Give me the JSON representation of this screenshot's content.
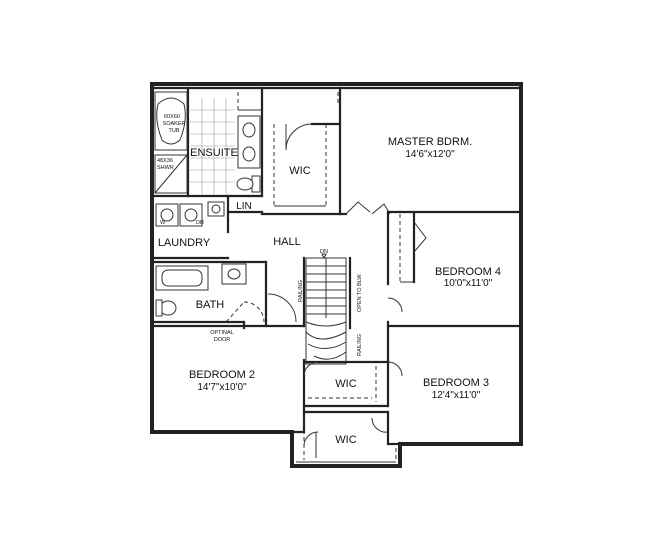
{
  "rooms": {
    "master": {
      "name": "MASTER BDRM.",
      "dim": "14'6\"x12'0\""
    },
    "ensuite": {
      "name": "ENSUITE"
    },
    "wic_master": {
      "name": "WIC"
    },
    "lin": {
      "name": "LIN"
    },
    "laundry": {
      "name": "LAUNDRY"
    },
    "hall": {
      "name": "HALL"
    },
    "bedroom4": {
      "name": "BEDROOM 4",
      "dim": "10'0\"x11'0\""
    },
    "bath": {
      "name": "BATH"
    },
    "bedroom2": {
      "name": "BEDROOM 2",
      "dim": "14'7\"x10'0\""
    },
    "wic_b3": {
      "name": "WIC"
    },
    "bedroom3": {
      "name": "BEDROOM 3",
      "dim": "12'4\"x11'0\""
    },
    "wic_b2": {
      "name": "WIC"
    }
  },
  "annotations": {
    "tub_line1": "60X60",
    "tub_line2": "SOAKER",
    "tub_line3": "TUB",
    "shower_line1": "48X36",
    "shower_line2": "SHWR",
    "stair_dn": "DN",
    "railing_left": "RAILING",
    "railing_right": "RAILING",
    "open_to_below": "OPEN TO BLW.",
    "optional_door_line1": "OPTINAL",
    "optional_door_line2": "DOOR",
    "washer": "W",
    "dryer": "DR"
  }
}
